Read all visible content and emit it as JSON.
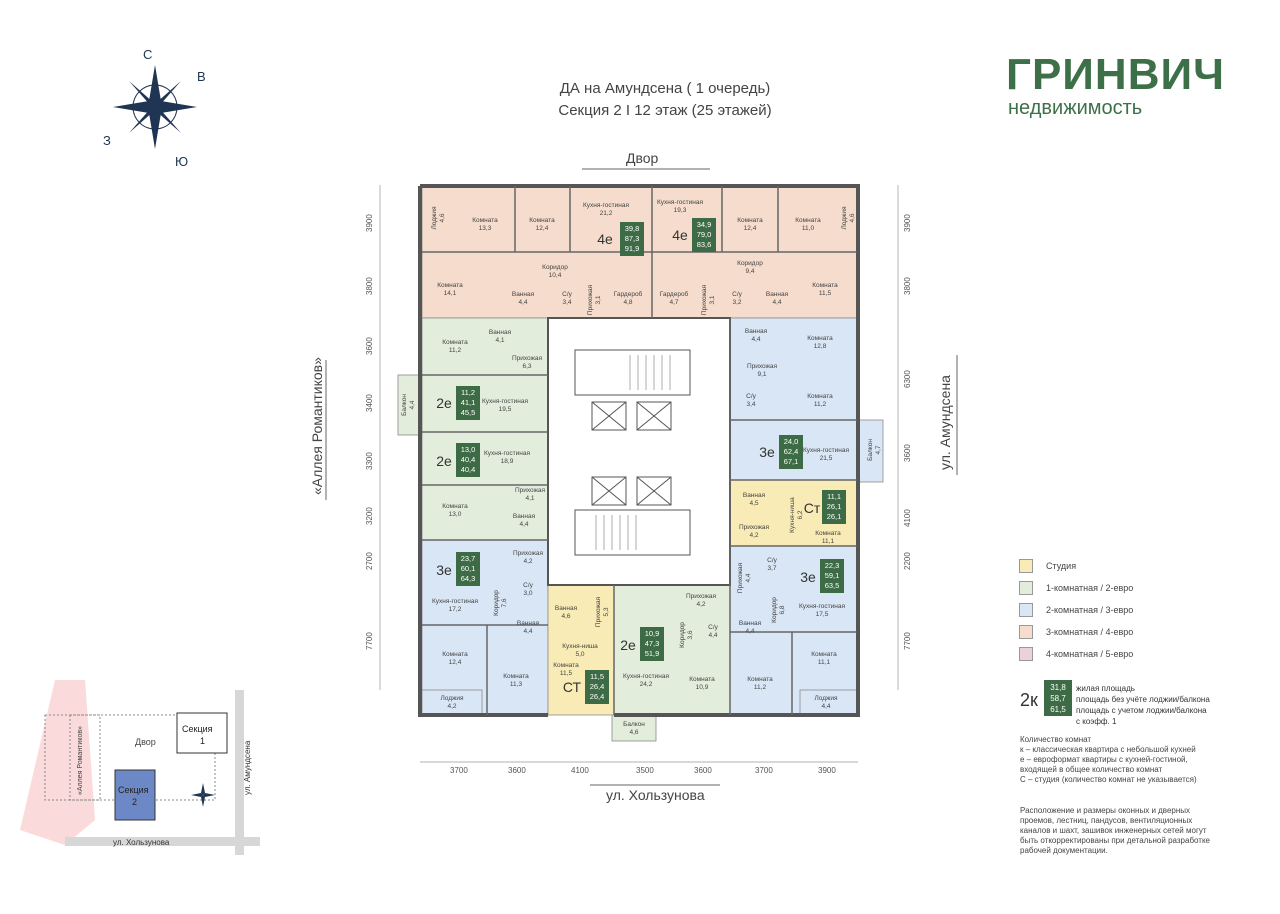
{
  "brand": {
    "name": "ГРИНВИЧ",
    "sub": "недвижимость"
  },
  "title": {
    "line1": "ДА на Амундсена ( 1 очередь)",
    "line2": "Секция 2 I 12 этаж (25 этажей)"
  },
  "streets": {
    "top": "Двор",
    "bottom": "ул. Хользунова",
    "left": "«Аллея Романтиков»",
    "right": "ул. Амундсена"
  },
  "compass": {
    "n": "С",
    "e": "В",
    "s": "Ю",
    "w": "З"
  },
  "dimensions": {
    "left": [
      "3900",
      "3800",
      "3600",
      "3400",
      "3300",
      "3200",
      "2700",
      "7700"
    ],
    "right": [
      "3900",
      "3800",
      "6300",
      "3600",
      "4100",
      "2200",
      "7700"
    ],
    "bottom": [
      "3700",
      "3600",
      "4100",
      "3500",
      "3600",
      "3700",
      "3900"
    ]
  },
  "rooms": [
    {
      "label": "Лоджия",
      "area": "4,6"
    },
    {
      "label": "Комната",
      "area": "13,3"
    },
    {
      "label": "Комната",
      "area": "12,4"
    },
    {
      "label": "Кухня-гостиная",
      "area": "21,2"
    },
    {
      "label": "Кухня-гостиная",
      "area": "19,3"
    },
    {
      "label": "Комната",
      "area": "12,4"
    },
    {
      "label": "Комната",
      "area": "11,0"
    },
    {
      "label": "Лоджия",
      "area": "4,6"
    },
    {
      "label": "Комната",
      "area": "14,1"
    },
    {
      "label": "Коридор",
      "area": "10,4"
    },
    {
      "label": "Ванная",
      "area": "4,4"
    },
    {
      "label": "С/у",
      "area": "3,4"
    },
    {
      "label": "Прихожая",
      "area": "3,1"
    },
    {
      "label": "Гардероб",
      "area": "4,8"
    },
    {
      "label": "Гардероб",
      "area": "4,7"
    },
    {
      "label": "Прихожая",
      "area": "3,1"
    },
    {
      "label": "Коридор",
      "area": "9,4"
    },
    {
      "label": "С/у",
      "area": "3,2"
    },
    {
      "label": "Ванная",
      "area": "4,4"
    },
    {
      "label": "Комната",
      "area": "11,5"
    },
    {
      "label": "Комната",
      "area": "11,2"
    },
    {
      "label": "Ванная",
      "area": "4,1"
    },
    {
      "label": "Прихожая",
      "area": "6,3"
    },
    {
      "label": "Кухня-гостиная",
      "area": "19,5"
    },
    {
      "label": "Балкон",
      "area": "4,4"
    },
    {
      "label": "Кухня-гостиная",
      "area": "18,9"
    },
    {
      "label": "Комната",
      "area": "13,0"
    },
    {
      "label": "Прихожая",
      "area": "4,1"
    },
    {
      "label": "Ванная",
      "area": "4,4"
    },
    {
      "label": "Прихожая",
      "area": "4,2"
    },
    {
      "label": "С/у",
      "area": "3,0"
    },
    {
      "label": "Кухня-гостиная",
      "area": "17,2"
    },
    {
      "label": "Коридор",
      "area": "7,6"
    },
    {
      "label": "Ванная",
      "area": "4,4"
    },
    {
      "label": "Комната",
      "area": "12,4"
    },
    {
      "label": "Комната",
      "area": "11,3"
    },
    {
      "label": "Лоджия",
      "area": "4,2"
    },
    {
      "label": "Ванная",
      "area": "4,6"
    },
    {
      "label": "Прихожая",
      "area": "5,3"
    },
    {
      "label": "Кухня-ниша",
      "area": "5,0"
    },
    {
      "label": "Комната",
      "area": "11,5"
    },
    {
      "label": "Прихожая",
      "area": "4,2"
    },
    {
      "label": "Коридор",
      "area": "3,6"
    },
    {
      "label": "С/у",
      "area": "4,4"
    },
    {
      "label": "Кухня-гостиная",
      "area": "24,2"
    },
    {
      "label": "Комната",
      "area": "10,9"
    },
    {
      "label": "Балкон",
      "area": "4,6"
    },
    {
      "label": "Ванная",
      "area": "4,4"
    },
    {
      "label": "Комната",
      "area": "12,8"
    },
    {
      "label": "Прихожая",
      "area": "9,1"
    },
    {
      "label": "С/у",
      "area": "3,4"
    },
    {
      "label": "Комната",
      "area": "11,2"
    },
    {
      "label": "Кухня-гостиная",
      "area": "21,5"
    },
    {
      "label": "Балкон",
      "area": "4,7"
    },
    {
      "label": "Ванная",
      "area": "4,5"
    },
    {
      "label": "Прихожая",
      "area": "4,2"
    },
    {
      "label": "Кухня-ниша",
      "area": "6,2"
    },
    {
      "label": "Комната",
      "area": "11,1"
    },
    {
      "label": "Прихожая",
      "area": "4,4"
    },
    {
      "label": "С/у",
      "area": "3,7"
    },
    {
      "label": "Коридор",
      "area": "6,8"
    },
    {
      "label": "Кухня-гостиная",
      "area": "17,5"
    },
    {
      "label": "Ванная",
      "area": "4,4"
    },
    {
      "label": "Комната",
      "area": "11,1"
    },
    {
      "label": "Комната",
      "area": "11,2"
    },
    {
      "label": "Лоджия",
      "area": "4,4"
    }
  ],
  "apartments": [
    {
      "type": "4е",
      "a": "39,8",
      "b": "87,3",
      "c": "91,9"
    },
    {
      "type": "4е",
      "a": "34,9",
      "b": "79,0",
      "c": "83,6"
    },
    {
      "type": "2е",
      "a": "11,2",
      "b": "41,1",
      "c": "45,5"
    },
    {
      "type": "2е",
      "a": "13,0",
      "b": "40,4",
      "c": "40,4"
    },
    {
      "type": "3е",
      "a": "23,7",
      "b": "60,1",
      "c": "64,3"
    },
    {
      "type": "СТ",
      "a": "11,5",
      "b": "26,4",
      "c": "26,4"
    },
    {
      "type": "2е",
      "a": "10,9",
      "b": "47,3",
      "c": "51,9"
    },
    {
      "type": "3е",
      "a": "24,0",
      "b": "62,4",
      "c": "67,1"
    },
    {
      "type": "Ст",
      "a": "11,1",
      "b": "26,1",
      "c": "26,1"
    },
    {
      "type": "3е",
      "a": "22,3",
      "b": "59,1",
      "c": "63,5"
    }
  ],
  "colors": {
    "studio": "#f8ebb6",
    "one": "#e2eddc",
    "two": "#d9e6f5",
    "three": "#f6dccc",
    "four": "#ead2d8",
    "badge": "#3d6b45",
    "brand": "#3d7048",
    "wall": "#555555"
  },
  "legend": [
    {
      "label": "Студия",
      "color": "#f8ebb6"
    },
    {
      "label": "1-комнатная / 2-евро",
      "color": "#e2eddc"
    },
    {
      "label": "2-комнатная / 3-евро",
      "color": "#d9e6f5"
    },
    {
      "label": "3-комнатная / 4-евро",
      "color": "#f6dccc"
    },
    {
      "label": "4-комнатная / 5-евро",
      "color": "#ead2d8"
    }
  ],
  "example": {
    "type": "2к",
    "a": "31,8",
    "b": "58,7",
    "c": "61,5",
    "line1": "жилая площадь",
    "line2": "площадь без учёте лоджии/балкона",
    "line3": "площадь с учетом лоджии/балкона",
    "line4": "с коэфф. 1"
  },
  "notes": {
    "count": [
      "Количество комнат",
      "к – классическая квартира с небольшой кухней",
      "е – евроформат квартиры с кухней-гостиной,",
      "входящей в общее количество комнат",
      "С – студия (количество комнат не указывается)"
    ],
    "disclaimer": [
      "Расположение и размеры оконных и дверных",
      "проемов, лестниц, пандусов, вентиляционных",
      "каналов и шахт, зашивок инженерных сетей могут",
      "быть откорректированы при детальной разработке",
      "рабочей документации."
    ]
  },
  "minimap": {
    "yard": "Двор",
    "sec1": "Секция",
    "sec1n": "1",
    "sec2": "Секция",
    "sec2n": "2",
    "street_bottom": "ул. Хользунова",
    "street_right": "ул. Амундсена",
    "street_left": "«Аллея Романтиков»"
  }
}
